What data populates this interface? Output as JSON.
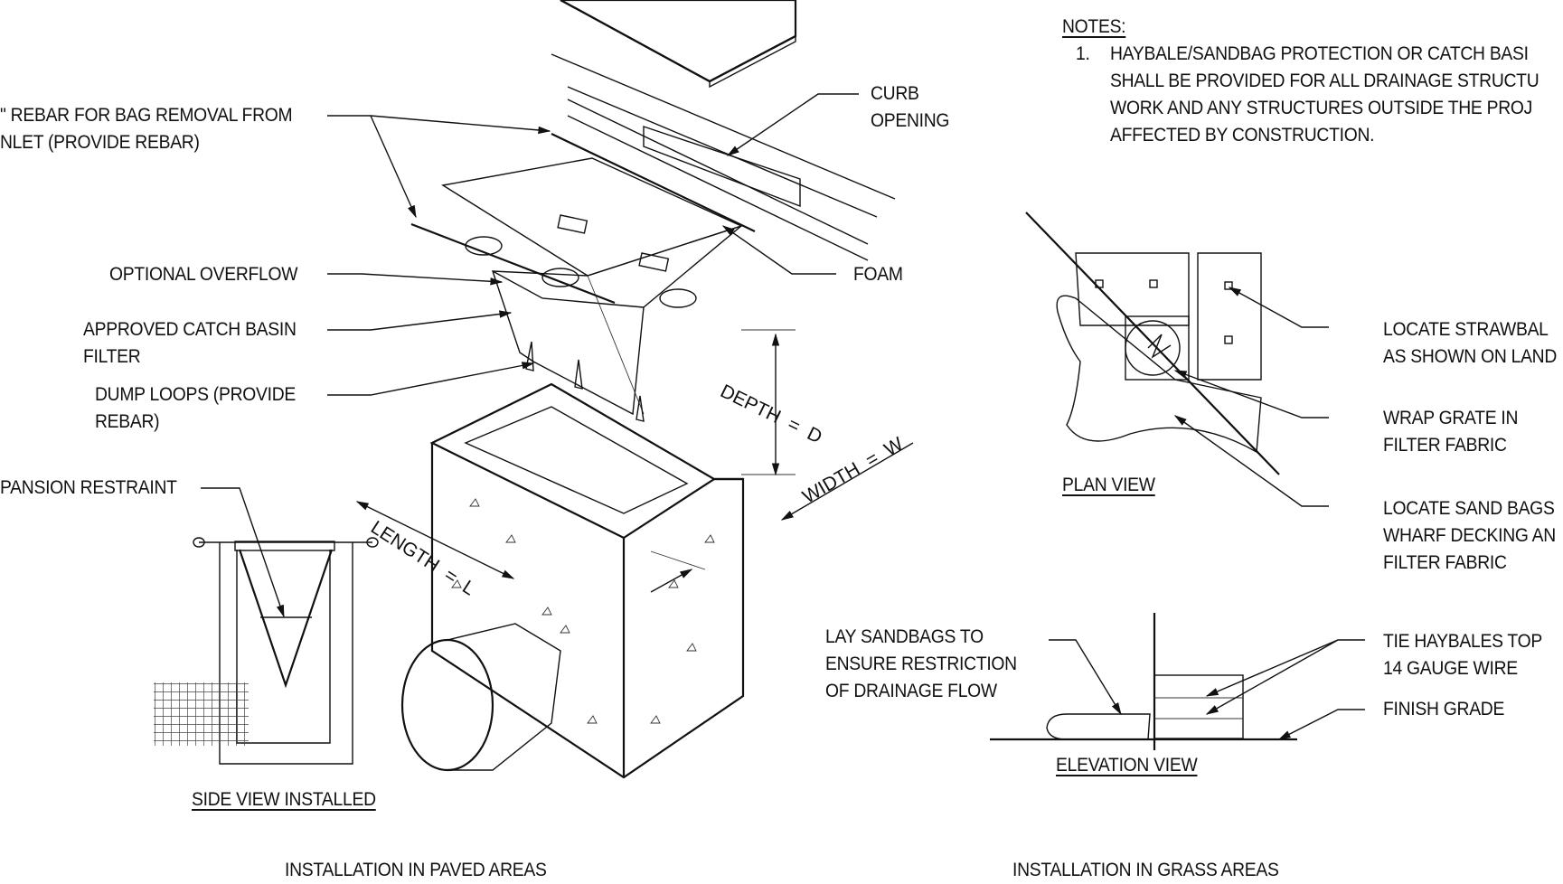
{
  "notes": {
    "heading": "NOTES:",
    "item_number": "1.",
    "lines": [
      "HAYBALE/SANDBAG PROTECTION OR CATCH BASI",
      "SHALL BE PROVIDED FOR ALL DRAINAGE STRUCTU",
      "WORK AND ANY STRUCTURES OUTSIDE THE PROJ",
      "AFFECTED BY CONSTRUCTION."
    ]
  },
  "paved": {
    "rebar_label": [
      "\" REBAR FOR BAG REMOVAL FROM",
      "NLET (PROVIDE REBAR)"
    ],
    "curb_opening": [
      "CURB",
      "OPENING"
    ],
    "foam": "FOAM",
    "optional_overflow": "OPTIONAL OVERFLOW",
    "approved_filter": [
      "APPROVED CATCH BASIN",
      "FILTER"
    ],
    "dump_loops": [
      "DUMP LOOPS (PROVIDE",
      "REBAR)"
    ],
    "expansion_restraint": "PANSION RESTRAINT",
    "depth": "DEPTH  =  D",
    "width": "WIDTH  =  W",
    "length": "LENGTH  =  L",
    "side_view_title": "SIDE VIEW INSTALLED",
    "section_caption": "INSTALLATION IN PAVED AREAS"
  },
  "grass": {
    "plan_view_title": "PLAN VIEW",
    "locate_strawbales": [
      "LOCATE STRAWBAL",
      "AS SHOWN ON LAND"
    ],
    "wrap_grate": [
      "WRAP GRATE IN",
      "FILTER FABRIC"
    ],
    "locate_sandbags": [
      "LOCATE SAND BAGS",
      "WHARF DECKING AN",
      "FILTER FABRIC"
    ],
    "lay_sandbags": [
      "LAY SANDBAGS TO",
      "ENSURE RESTRICTION",
      "OF DRAINAGE FLOW"
    ],
    "tie_haybales": [
      "TIE HAYBALES TOP",
      "14 GAUGE WIRE"
    ],
    "finish_grade": "FINISH GRADE",
    "elevation_view_title": "ELEVATION VIEW",
    "section_caption": "INSTALLATION IN GRASS AREAS"
  }
}
